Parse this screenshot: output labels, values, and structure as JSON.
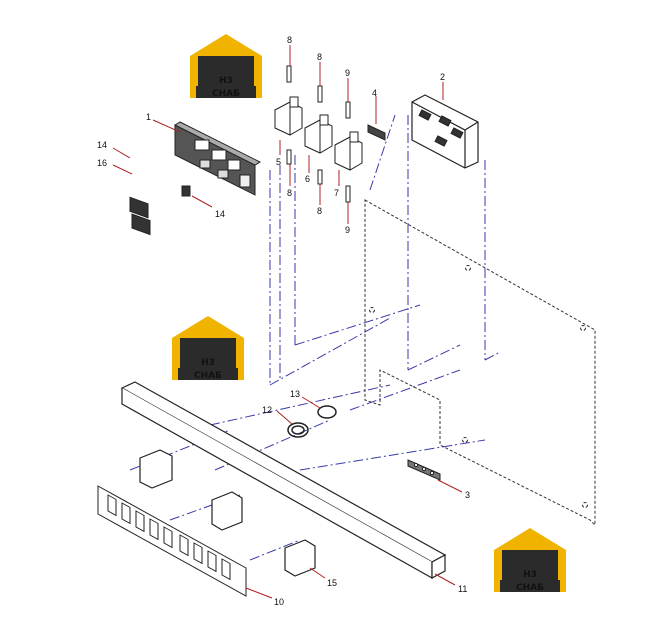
{
  "watermark": {
    "mark": "H3",
    "word": "СНАБ",
    "colors": {
      "gold": "#f0b400",
      "dark": "#2b2b2b",
      "light": "#ffffff"
    }
  },
  "callouts": {
    "c1": "1",
    "c2": "2",
    "c3": "3",
    "c4": "4",
    "c5": "5",
    "c6": "6",
    "c7": "7",
    "c8": "8",
    "c9": "9",
    "c10": "10",
    "c11": "11",
    "c12": "12",
    "c13": "13",
    "c14": "14",
    "c15": "15",
    "c16": "16"
  },
  "colors": {
    "line": "#222222",
    "leader": "#b02020",
    "dash": "#3a3aa8"
  }
}
